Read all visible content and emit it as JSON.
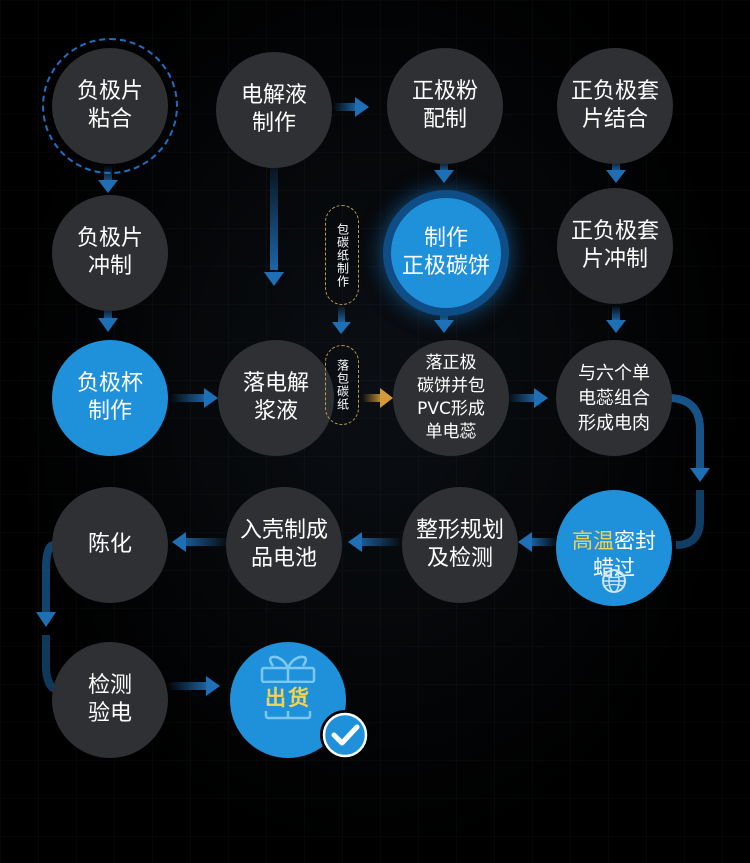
{
  "nodes": {
    "n1": "负极片\n粘合",
    "n2": "电解液\n制作",
    "n3": "正极粉\n配制",
    "n4": "正负极套\n片结合",
    "n5": "负极片\n冲制",
    "n6": "制作\n正极碳饼",
    "n7": "正负极套\n片冲制",
    "n8": "负极杯\n制作",
    "n9": "落电解\n浆液",
    "n10": "落正极\n碳饼并包\nPVC形成\n单电蕊",
    "n11": "与六个单\n电蕊组合\n形成电肉",
    "n12_hl": "高温",
    "n12_rest": "密封",
    "n12_line2": "蜡过",
    "n13": "整形规划\n及检测",
    "n14": "入壳制成\n品电池",
    "n15": "陈化",
    "n16": "检测\n验电",
    "n17": "出货"
  },
  "pills": {
    "p1": "包碳纸制作",
    "p2": "落包碳纸"
  },
  "colors": {
    "node_grey": "#2f3033",
    "node_blue": "#1f91db",
    "arrow": "#1e6fb5",
    "accent_gold": "#f3d250",
    "pill_border": "#b79b52"
  }
}
